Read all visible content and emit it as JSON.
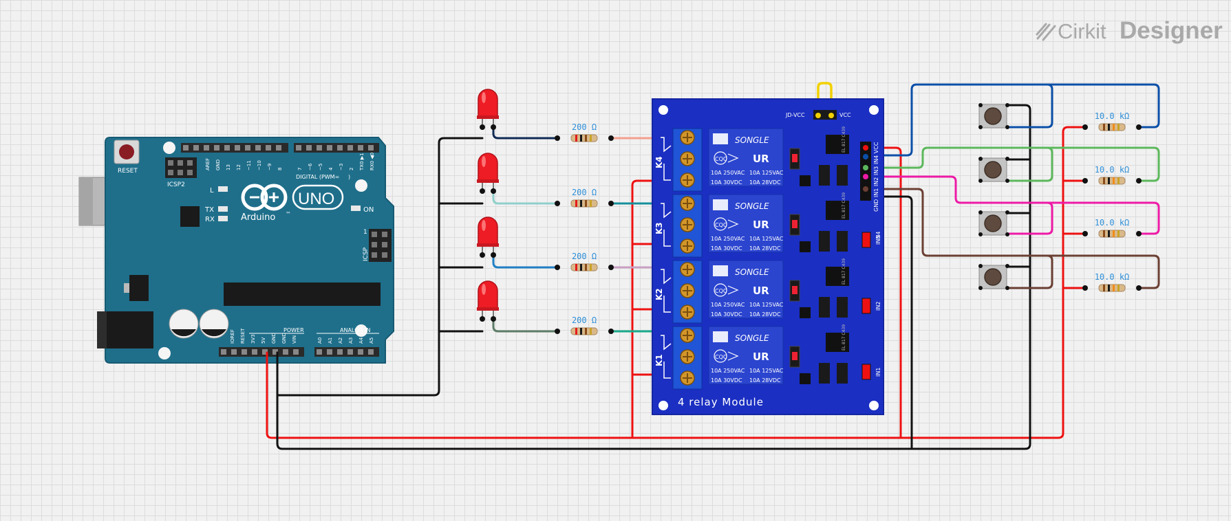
{
  "brand": {
    "cirkit": "Cirkit",
    "designer": "Designer"
  },
  "arduino": {
    "reset": "RESET",
    "icsp2": "ICSP2",
    "icsp": "ICSP",
    "led_l": "L",
    "tx": "TX",
    "rx": "RX",
    "on": "ON",
    "logo": "Arduino",
    "tm": "™",
    "uno": "UNO",
    "digital": "DIGITAL (PWM=",
    "digital_suffix": ")",
    "power": "POWER",
    "analog": "ANALOG IN",
    "icsp_pin1": "1",
    "top_pins": [
      "AREF",
      "GND",
      "13",
      "12",
      "~11",
      "~10",
      "~9",
      "8",
      "7",
      "~6",
      "~5",
      "4",
      "~3",
      "2",
      "TX0 ▶1",
      "RX0 ◀0"
    ],
    "power_pins": [
      "IOREF",
      "RESET",
      "3V3",
      "5V",
      "GND",
      "GND",
      "VIN"
    ],
    "analog_pins": [
      "A0",
      "A1",
      "A2",
      "A3",
      "A4",
      "A5"
    ]
  },
  "resistors_led": [
    "200 Ω",
    "200 Ω",
    "200 Ω",
    "200 Ω"
  ],
  "resistors_btn": [
    "10.0 kΩ",
    "10.0 kΩ",
    "10.0 kΩ",
    "10.0 kΩ"
  ],
  "relay_module": {
    "title": "4 relay Module",
    "jd_vcc": "JD-VCC",
    "vcc": "VCC",
    "header_pins": "GND IN1 IN2 IN3 IN4 VCC",
    "relay_labels": [
      "K4",
      "K3",
      "K2",
      "K1"
    ],
    "in_labels": [
      "IN4",
      "IN3",
      "IN2",
      "IN1"
    ],
    "opto_text": "EL 817 C439",
    "relay_brand": "SONGLE",
    "relay_cert": "CQC",
    "relay_ul": "UR",
    "spec": [
      "10A 250VAC",
      "10A 125VAC",
      "10A 30VDC",
      "10A 28VDC"
    ]
  },
  "colors": {
    "board": "#1f6f8b",
    "relay_board": "#1b2fc2",
    "wire_red": "#ee1111",
    "wire_black": "#111111",
    "wire_blue": "#0b4fa8",
    "wire_green": "#5cb85c",
    "wire_pink": "#ee1aa6",
    "wire_brown": "#6b3f33"
  }
}
